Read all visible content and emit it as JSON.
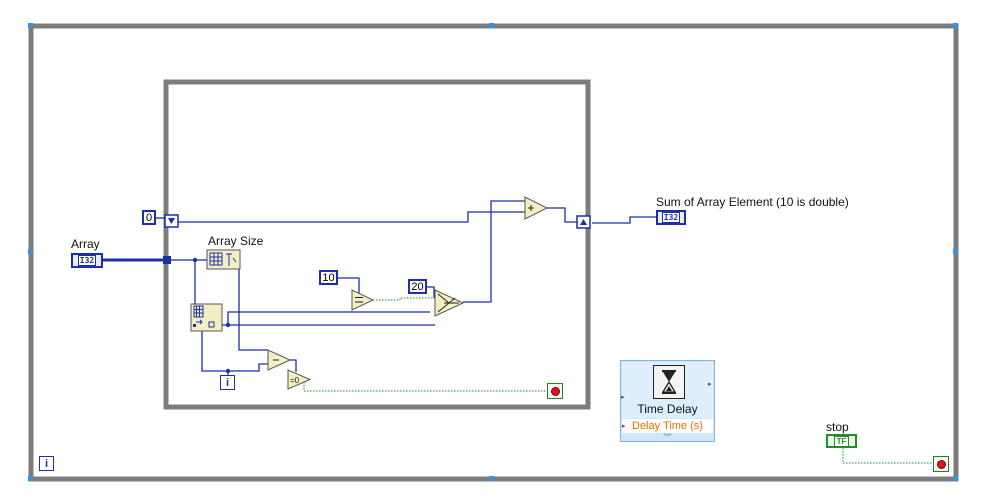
{
  "labels": {
    "array": "Array",
    "array_size": "Array Size",
    "sum_indicator": "Sum of Array Element (10 is double)",
    "stop": "stop"
  },
  "terminals": {
    "array_type": "I32",
    "sum_type": "I32",
    "stop_type": "TF"
  },
  "constants": {
    "initial_zero": "0",
    "ten": "10",
    "twenty": "20"
  },
  "iteration": {
    "symbol": "i"
  },
  "express_vi": {
    "title": "Time Delay",
    "param": "Delay Time (s)",
    "icon": "hourglass-icon"
  },
  "nodes": {
    "add": "+",
    "subtract": "−",
    "equal": "=",
    "equal_zero": "=0"
  },
  "colors": {
    "loop_frame": "#7c7c7c",
    "int_wire": "#1c2fa8",
    "bool_wire": "#2a8a2a",
    "node_fill": "#f4efc3"
  }
}
